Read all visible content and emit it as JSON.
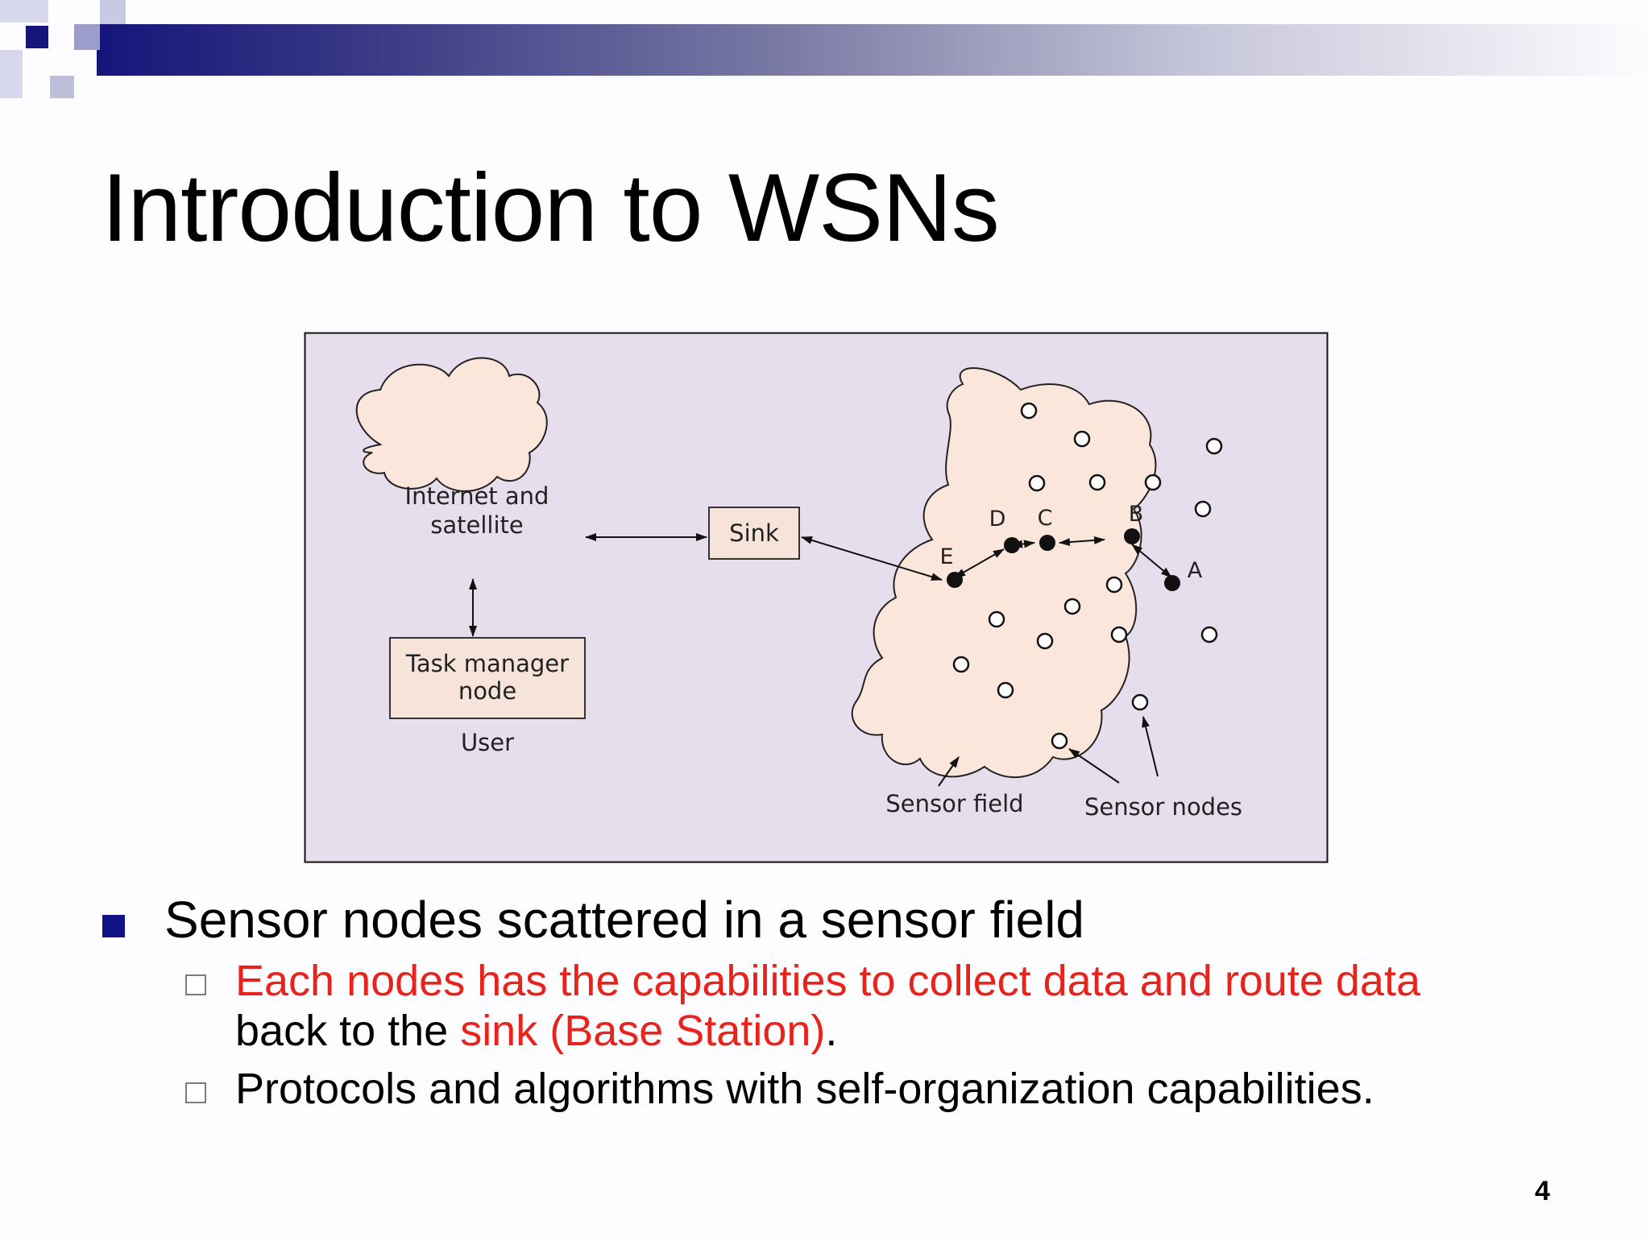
{
  "slide": {
    "title": "Introduction to WSNs",
    "page_number": "4"
  },
  "figure": {
    "internet_label_1": "Internet and",
    "internet_label_2": "satellite",
    "sink_label": "Sink",
    "task_manager_label_1": "Task manager",
    "task_manager_label_2": "node",
    "user_label": "User",
    "node_labels": [
      "E",
      "D",
      "C",
      "B",
      "A"
    ],
    "sensor_field_label": "Sensor field",
    "sensor_nodes_label": "Sensor nodes"
  },
  "bullets": {
    "main": "Sensor nodes scattered in a sensor field",
    "sub1_red": "Each nodes has the capabilities to collect data and route data",
    "sub1_black_start": "back to the ",
    "sub1_red_sink": "sink (Base Station)",
    "sub1_end": ".",
    "sub2": "Protocols and algorithms with self-organization capabilities."
  },
  "colors": {
    "header_navy": "#15157a",
    "bullet_square": "#121287",
    "highlight_red": "#e8231c",
    "figure_background": "#e6deec",
    "cloud_fill": "#fbe6dc",
    "box_fill": "#f6e4da"
  }
}
